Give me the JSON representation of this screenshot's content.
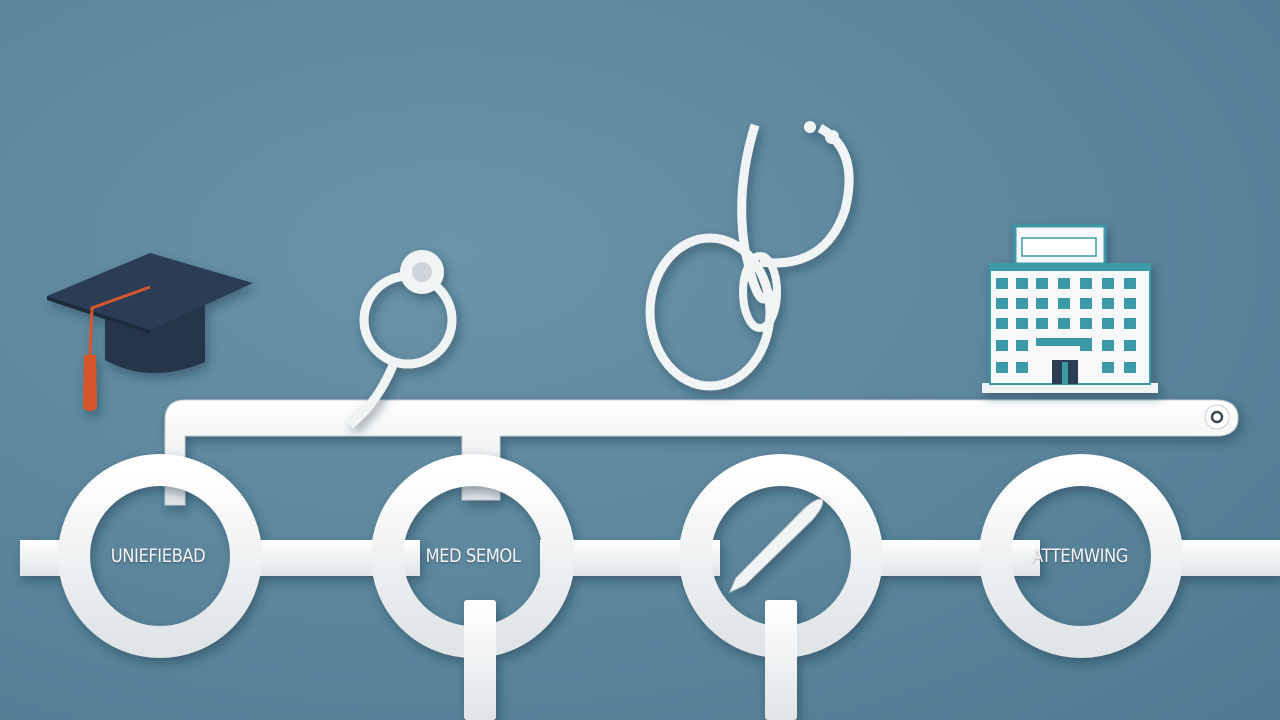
{
  "pathway": {
    "stages": [
      {
        "label": "UNIEFIEBAD",
        "icon": "graduation-cap-icon"
      },
      {
        "label": "MED SEMOL",
        "icon": "stethoscope-icon"
      },
      {
        "label": "",
        "icon": "scalpel-icon"
      },
      {
        "label": "ATTEMWING",
        "icon": "hospital-icon"
      }
    ],
    "extra_icons": [
      "large-stethoscope-icon"
    ]
  },
  "colors": {
    "background": "#5d889f",
    "track": "#eef1f2",
    "cap": "#2c3e55",
    "tassel": "#d6552b",
    "hospital_accent": "#3b9aa5"
  }
}
